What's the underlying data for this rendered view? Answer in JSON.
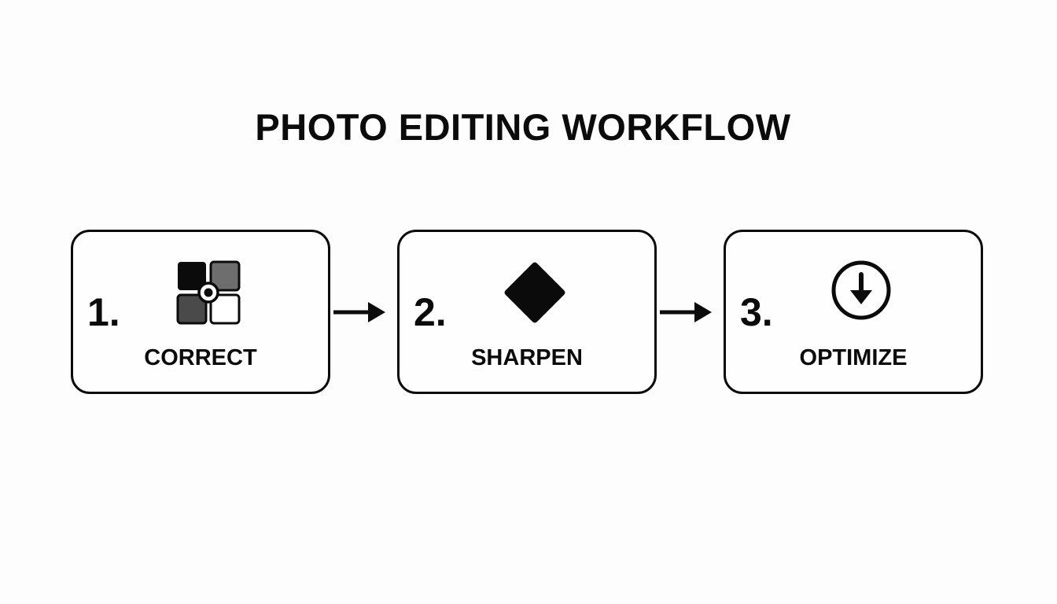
{
  "title": "PHOTO EDITING WORKFLOW",
  "steps": [
    {
      "number": "1.",
      "label": "CORRECT",
      "icon": "color-adjust-grid-icon"
    },
    {
      "number": "2.",
      "label": "SHARPEN",
      "icon": "diamond-icon"
    },
    {
      "number": "3.",
      "label": "OPTIMIZE",
      "icon": "download-circle-icon"
    }
  ],
  "colors": {
    "stroke": "#0b0b0b",
    "background": "#fdfdfd"
  }
}
